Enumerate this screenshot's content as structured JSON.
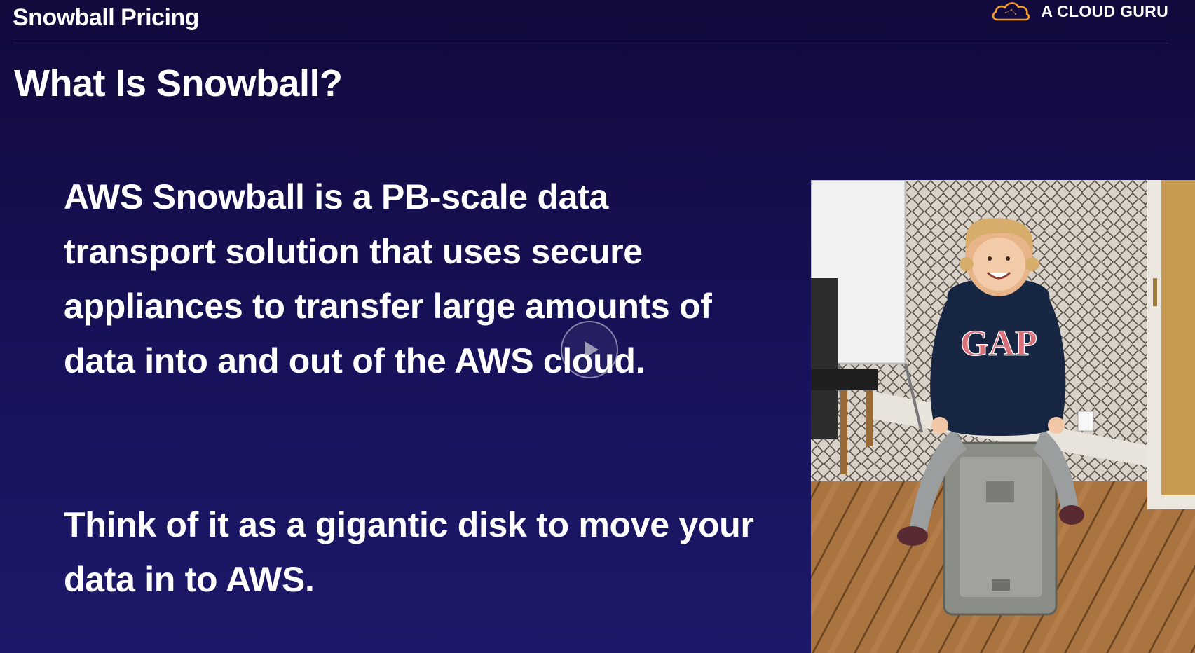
{
  "header": {
    "lesson_title": "Snowball Pricing",
    "brand_name": "A CLOUD GURU",
    "brand_logo_icon": "cloud-logo-icon"
  },
  "slide": {
    "heading": "What Is Snowball?",
    "paragraphs": [
      "AWS Snowball is a PB-scale data transport solution that uses secure appliances to transfer large amounts of data into and out of the AWS cloud.",
      "Think of it as a gigantic disk to move your data in to AWS."
    ],
    "photo": {
      "sweatshirt_text": "GAP"
    }
  },
  "player": {
    "play_icon": "play-icon"
  },
  "colors": {
    "background": "#17125a",
    "text": "#ffffff",
    "brand_accent": "#f39c2b"
  }
}
